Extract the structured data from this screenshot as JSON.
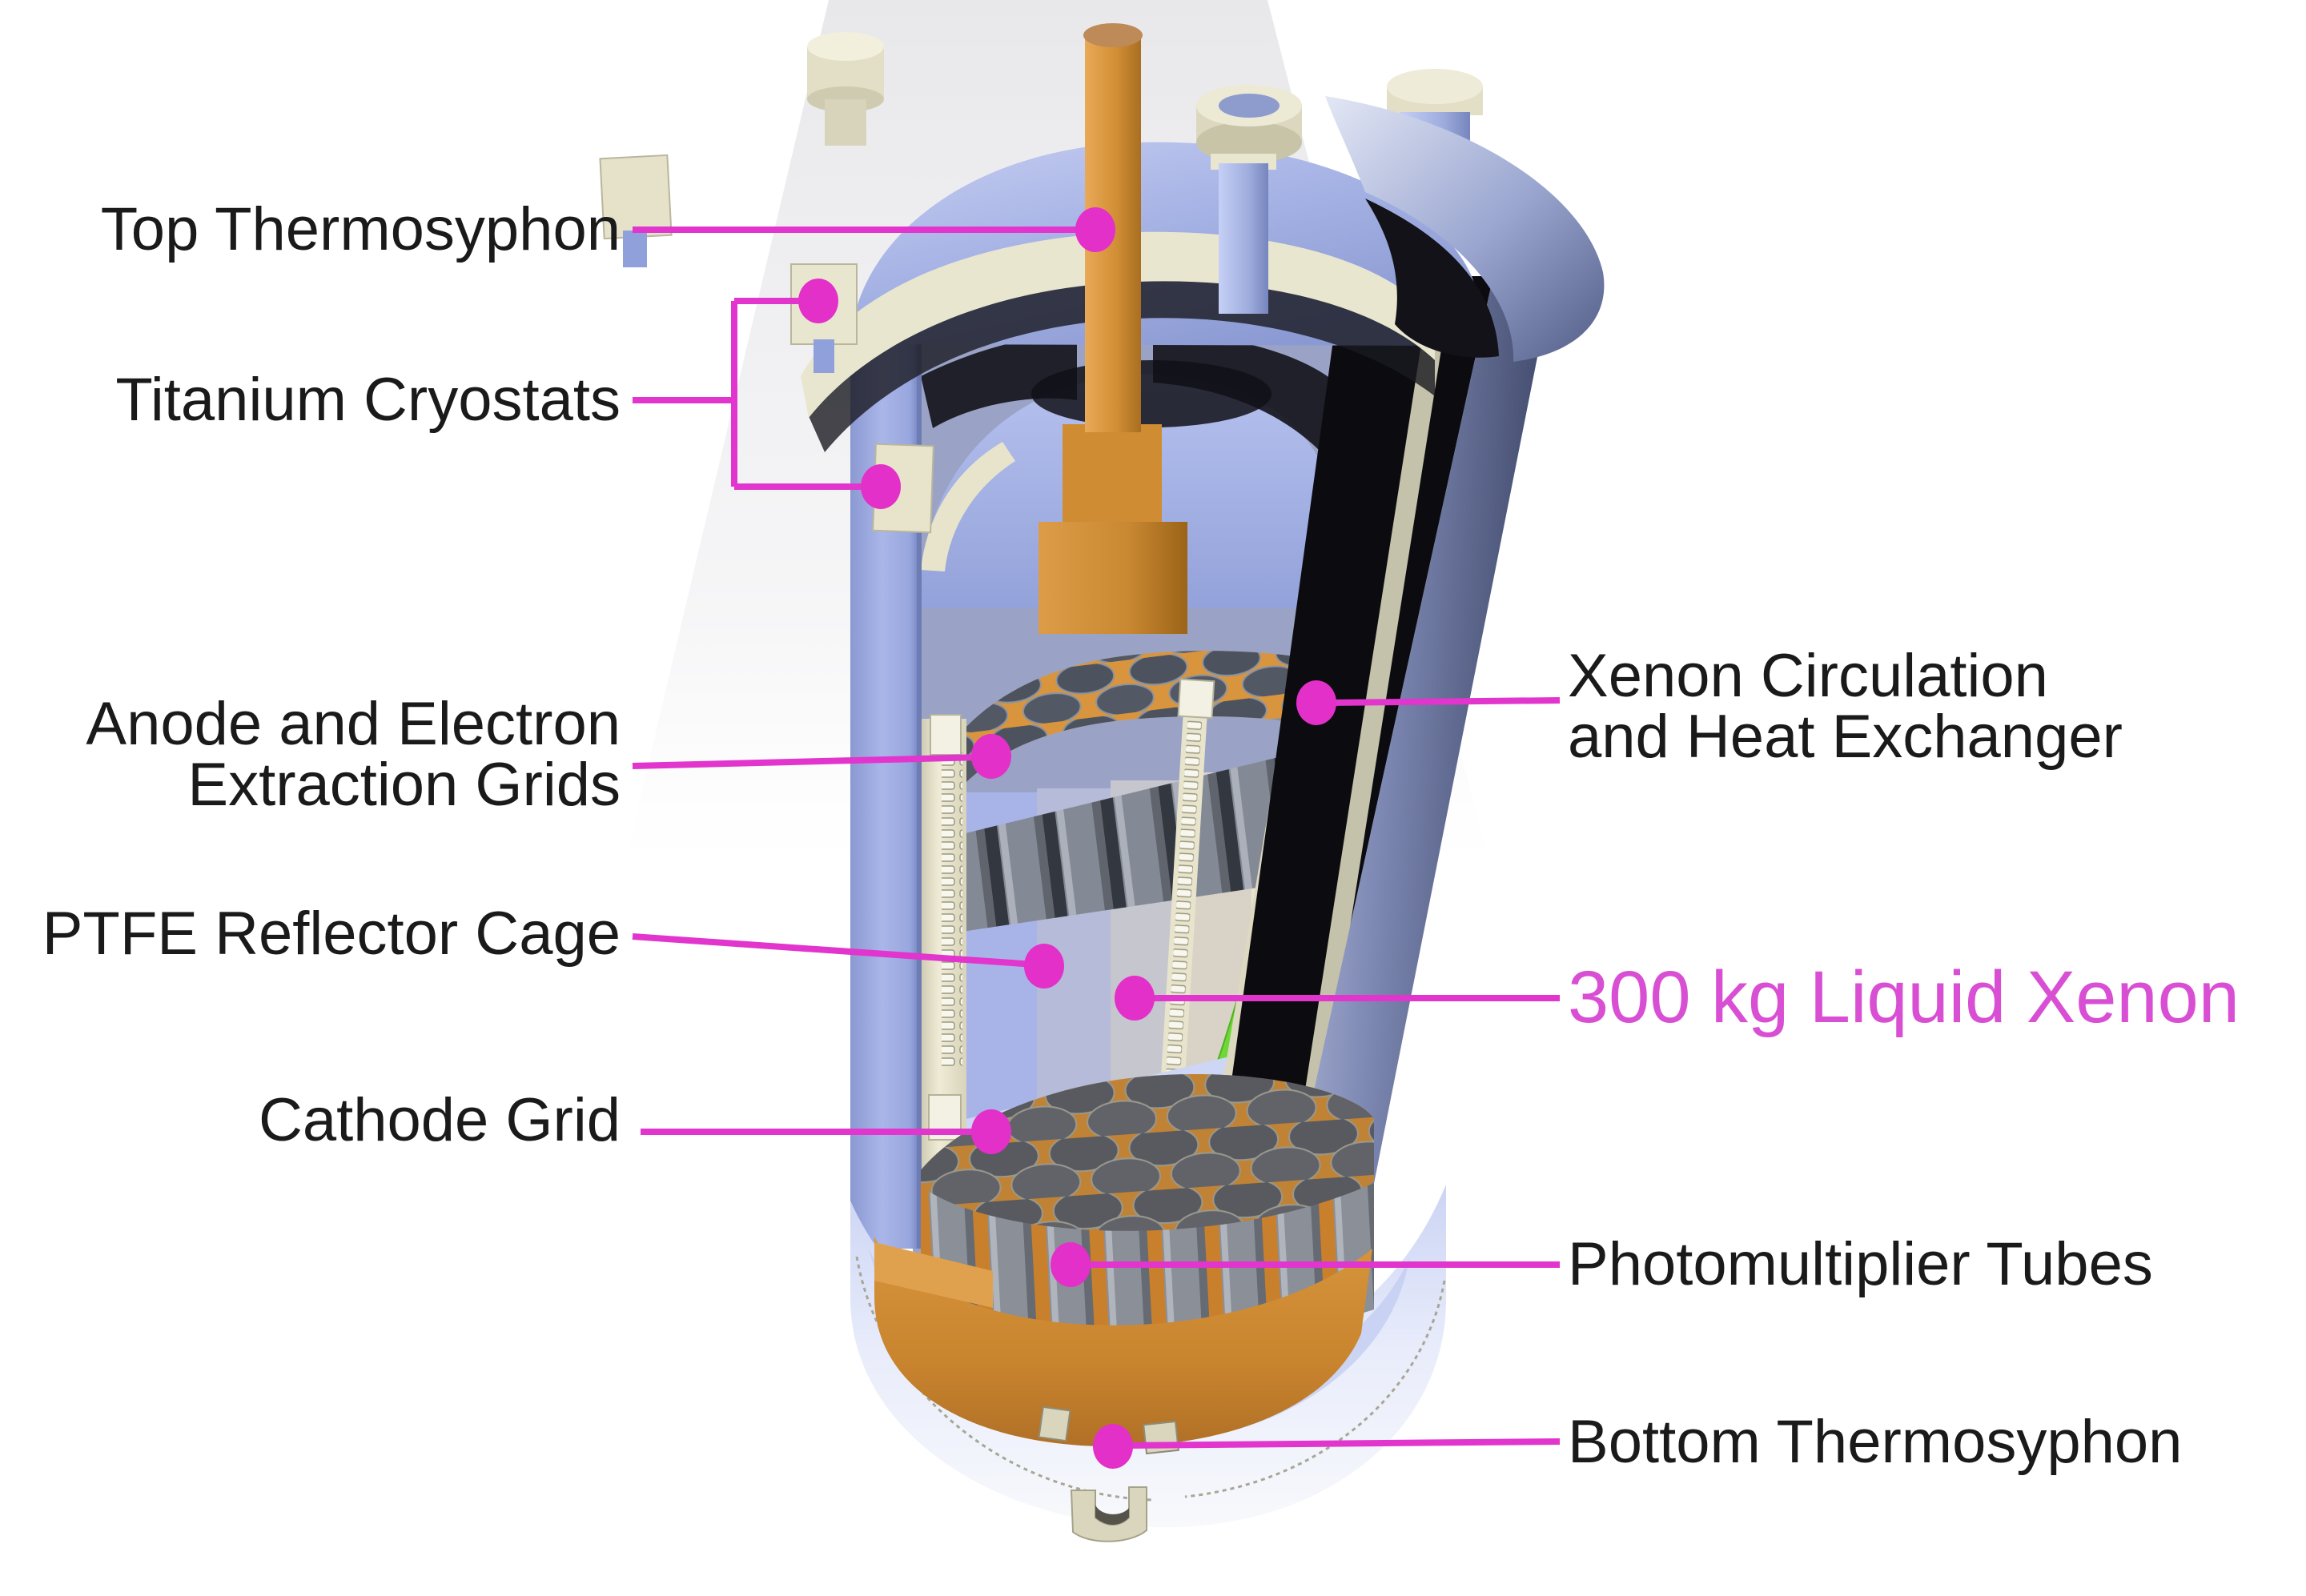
{
  "figure_type": "labeled-cutaway-diagram",
  "subject": "liquid xenon dark matter detector cutaway",
  "labels": {
    "top_thermosyphon": "Top Thermosyphon",
    "titanium_cryostats": "Titanium Cryostats",
    "anode_line1": "Anode and Electron",
    "anode_line2": "Extraction Grids",
    "ptfe": "PTFE Reflector Cage",
    "cathode": "Cathode Grid",
    "xenon_circ_line1": "Xenon Circulation",
    "xenon_circ_line2": "and Heat Exchanger",
    "liquid_xenon": "300 kg Liquid Xenon",
    "pmt": "Photomultiplier Tubes",
    "bottom_thermosyphon": "Bottom Thermosyphon"
  },
  "colors": {
    "leader_line": "#e135cd",
    "leader_dot": "#e330c8",
    "highlight_text": "#d94fd4",
    "label_text": "#1a1a1a",
    "cryostat_blue": "#a9b5e7",
    "copper_orange": "#d28f35",
    "heat_exchanger_green": "#6fd838",
    "cream": "#e9e6cf",
    "background": "#ffffff"
  }
}
